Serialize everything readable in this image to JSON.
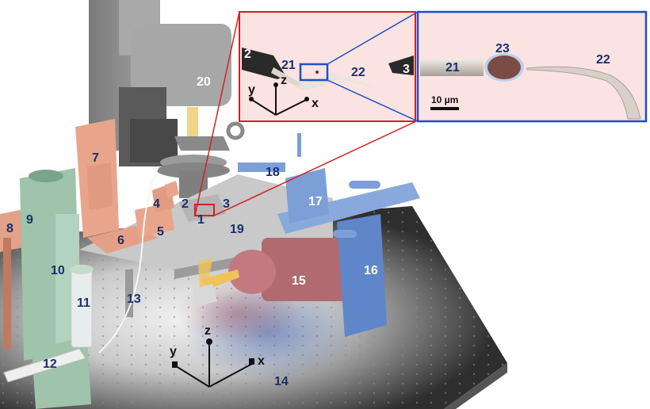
{
  "figure": {
    "description": "3D rendered schematic of a micromanipulation setup on an optical table with inset zoom views",
    "colors": {
      "label_dark": "#1b2f6e",
      "label_light": "#ffffff",
      "inset1_border": "#d42020",
      "inset2_border": "#1d4fc4",
      "inset_background": "#fbe3e1",
      "microscope_gray": "#8f8f8f",
      "holder_salmon": "#e8a58c",
      "tower_green": "#9fc3ab",
      "manipulator_blue": "#6f94d0",
      "camera_red": "#b06a70",
      "table_dark": "#3a3a3a",
      "light_beam": "#f0c45a"
    }
  },
  "component_labels": [
    {
      "id": "1",
      "text": "1"
    },
    {
      "id": "2",
      "text": "2"
    },
    {
      "id": "3",
      "text": "3"
    },
    {
      "id": "4",
      "text": "4"
    },
    {
      "id": "5",
      "text": "5"
    },
    {
      "id": "6",
      "text": "6"
    },
    {
      "id": "7",
      "text": "7"
    },
    {
      "id": "8",
      "text": "8"
    },
    {
      "id": "9",
      "text": "9"
    },
    {
      "id": "10",
      "text": "10"
    },
    {
      "id": "11",
      "text": "11"
    },
    {
      "id": "12",
      "text": "12"
    },
    {
      "id": "13",
      "text": "13"
    },
    {
      "id": "14",
      "text": "14"
    },
    {
      "id": "15",
      "text": "15"
    },
    {
      "id": "16",
      "text": "16"
    },
    {
      "id": "17",
      "text": "17"
    },
    {
      "id": "18",
      "text": "18"
    },
    {
      "id": "19",
      "text": "19"
    },
    {
      "id": "20",
      "text": "20"
    }
  ],
  "inset_red": {
    "labels": {
      "pipette_left": "2",
      "pipette_right": "3",
      "holding": "21",
      "injection": "22"
    },
    "axes": {
      "x": "x",
      "y": "y",
      "z": "z"
    }
  },
  "inset_blue": {
    "labels": {
      "holding": "21",
      "cell": "23",
      "injection": "22"
    },
    "scale_bar": "10 µm"
  },
  "main_axes": {
    "x": "x",
    "y": "y",
    "z": "z"
  }
}
